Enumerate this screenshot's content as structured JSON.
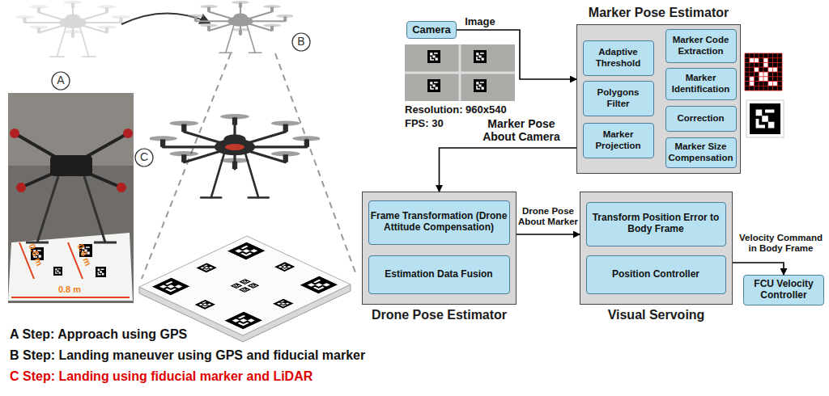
{
  "diagram": {
    "nodes": [
      {
        "text": [
          "Camera"
        ]
      },
      {
        "text": [
          "Marker Pose Estimator"
        ]
      },
      {
        "text": [
          "Adaptive Threshold"
        ],
        "in": 1
      },
      {
        "text": [
          "Marker Code Extraction"
        ],
        "in": 1
      },
      {
        "text": [
          "Polygons Filter"
        ],
        "in": 1
      },
      {
        "text": [
          "Marker Identification"
        ],
        "in": 1
      },
      {
        "text": [
          "Marker Projection"
        ],
        "in": 1
      },
      {
        "text": [
          "Correction"
        ],
        "in": 1
      },
      {
        "text": [
          "Marker Size Compensation"
        ],
        "in": 1
      },
      {
        "text": [
          "Drone Pose Estimator"
        ]
      },
      {
        "text": [
          "Frame Transformation (Drone Attitude Compensation)"
        ],
        "in": 9
      },
      {
        "text": [
          "Estimation Data Fusion"
        ],
        "in": 9
      },
      {
        "text": [
          "Visual Servoing"
        ]
      },
      {
        "text": [
          "Transform Position Error to Body Frame"
        ],
        "in": 12
      },
      {
        "text": [
          "Position Controller"
        ],
        "in": 12
      },
      {
        "text": [
          "FCU Velocity Controller"
        ]
      }
    ],
    "edges": [
      {
        "from": 0,
        "to": 1,
        "label": "Image",
        "arrow": "to"
      },
      {
        "from": 1,
        "to": 9,
        "label": "Marker Pose About Camera",
        "arrow": "to"
      },
      {
        "from": 9,
        "to": 12,
        "label": "Drone Pose About Marker",
        "arrow": "to"
      },
      {
        "from": 12,
        "to": 15,
        "label": "Velocity Command in Body Frame",
        "arrow": "to"
      }
    ],
    "labels": [
      "A",
      "B",
      "C",
      "0.6 m",
      "0.6 m",
      "0.8 m",
      "Resolution: 960x540",
      "FPS: 30",
      "A Step: Approach using GPS",
      "B Step: Landing maneuver using GPS and fiducial marker",
      "C Step: Landing using fiducial marker and LiDAR"
    ]
  }
}
